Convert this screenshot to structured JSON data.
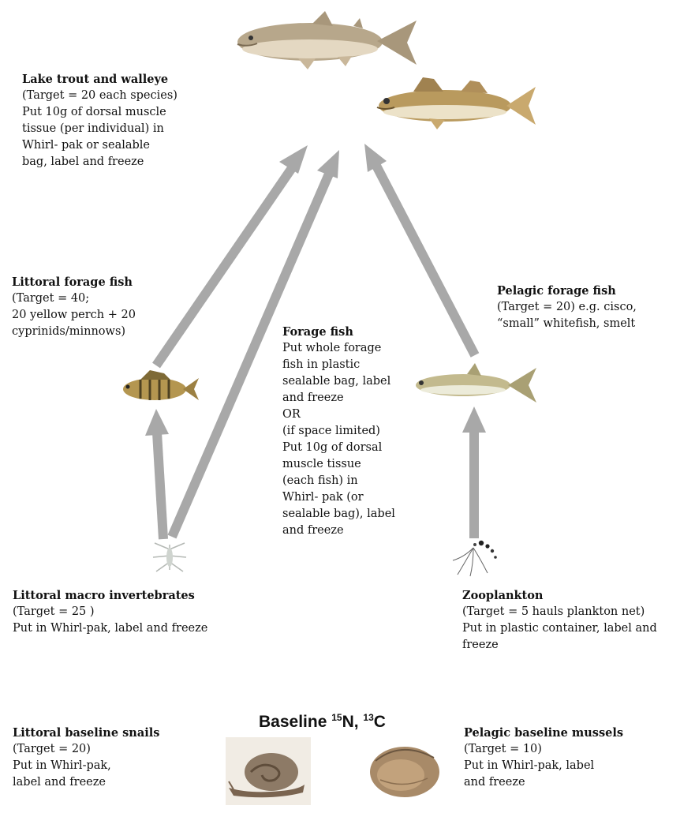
{
  "lake_trout_walleye": {
    "title": "Lake trout and walleye",
    "lines": [
      "(Target = 20 each species)",
      "Put 10g of dorsal muscle",
      "tissue (per individual) in",
      "Whirl- pak or sealable",
      "bag,  label and freeze"
    ]
  },
  "littoral_forage": {
    "title": "Littoral forage fish",
    "lines": [
      "(Target = 40;",
      "20 yellow perch + 20",
      "cyprinids/minnows)"
    ]
  },
  "forage_fish": {
    "title": "Forage fish",
    "lines": [
      "Put whole forage",
      "fish in plastic",
      "sealable bag, label",
      "and freeze",
      "OR",
      "(if space limited)",
      "Put 10g of dorsal",
      "muscle tissue",
      "(each fish) in",
      "Whirl- pak (or",
      "sealable bag), label",
      "and freeze"
    ]
  },
  "pelagic_forage": {
    "title": "Pelagic forage fish",
    "lines": [
      "(Target = 20) e.g. cisco,",
      "“small” whitefish, smelt"
    ]
  },
  "littoral_macro": {
    "title": "Littoral macro invertebrates",
    "lines": [
      "(Target = 25 )",
      " Put in Whirl-pak, label and freeze"
    ]
  },
  "zooplankton": {
    "title": "Zooplankton",
    "lines": [
      " (Target = 5 hauls plankton net)",
      "Put in plastic container, label and",
      "freeze"
    ]
  },
  "baseline": {
    "prefix": "Baseline ",
    "sup1": "15",
    "mid": "N, ",
    "sup2": "13",
    "suffix": "C"
  },
  "littoral_snails": {
    "title": "Littoral baseline snails",
    "lines": [
      "(Target = 20)",
      " Put in Whirl-pak,",
      "label and freeze"
    ]
  },
  "pelagic_mussels": {
    "title": "Pelagic baseline mussels",
    "lines": [
      "(Target = 10)",
      "Put in Whirl-pak, label",
      "and freeze"
    ]
  },
  "colors": {
    "arrow": "#a8a8a8",
    "text": "#111111"
  },
  "icons": [
    "lake-trout-icon",
    "walleye-icon",
    "yellow-perch-icon",
    "whitefish-icon",
    "macroinvertebrate-icon",
    "zooplankton-icon",
    "snail-icon",
    "mussel-icon"
  ]
}
